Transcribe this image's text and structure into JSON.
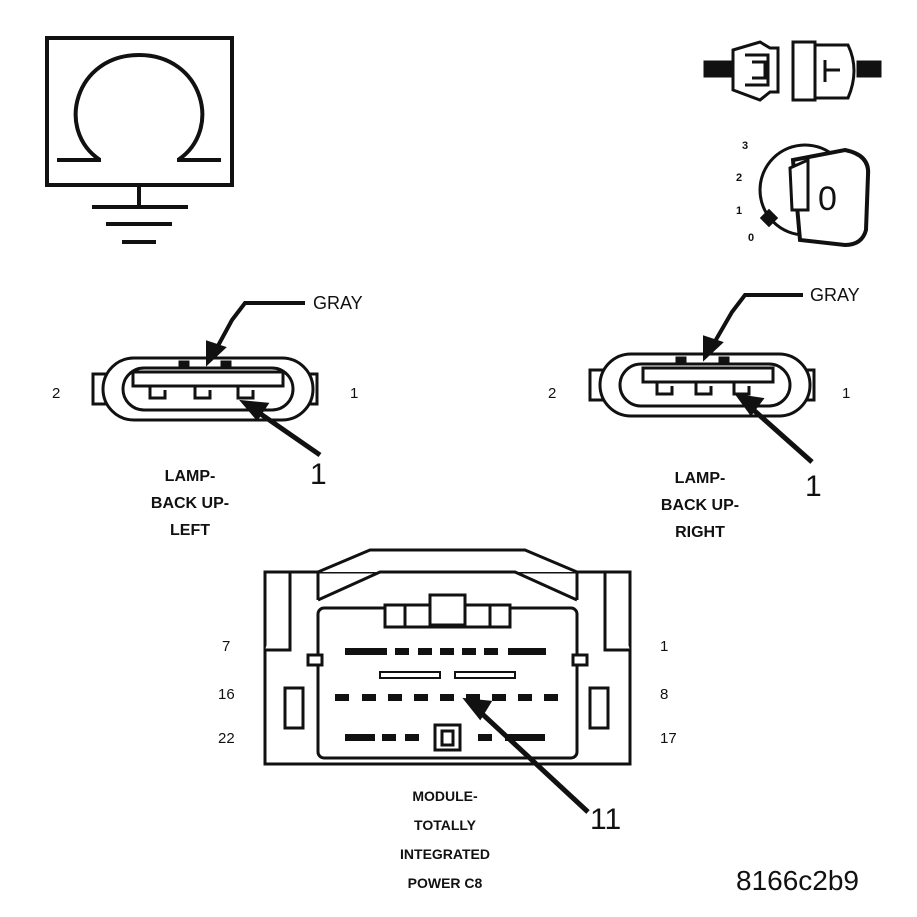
{
  "ground_symbol": {
    "icon": "ohmmeter-ground-icon"
  },
  "ignition_symbol": {
    "icon": "ignition-key-icon",
    "positions": [
      "3",
      "2",
      "1",
      "0"
    ],
    "key_label": "0"
  },
  "connector_left": {
    "color": "GRAY",
    "pin_left": "2",
    "pin_right": "1",
    "callout": "1",
    "caption": [
      "LAMP-",
      "BACK UP-",
      "LEFT"
    ]
  },
  "connector_right": {
    "color": "GRAY",
    "pin_left": "2",
    "pin_right": "1",
    "callout": "1",
    "caption": [
      "LAMP-",
      "BACK UP-",
      "RIGHT"
    ]
  },
  "module_connector": {
    "row_labels_left": [
      "7",
      "16",
      "22"
    ],
    "row_labels_right": [
      "1",
      "8",
      "17"
    ],
    "callout": "11",
    "caption": [
      "MODULE-",
      "TOTALLY",
      "INTEGRATED",
      "POWER C8"
    ]
  },
  "figure_id": "8166c2b9"
}
